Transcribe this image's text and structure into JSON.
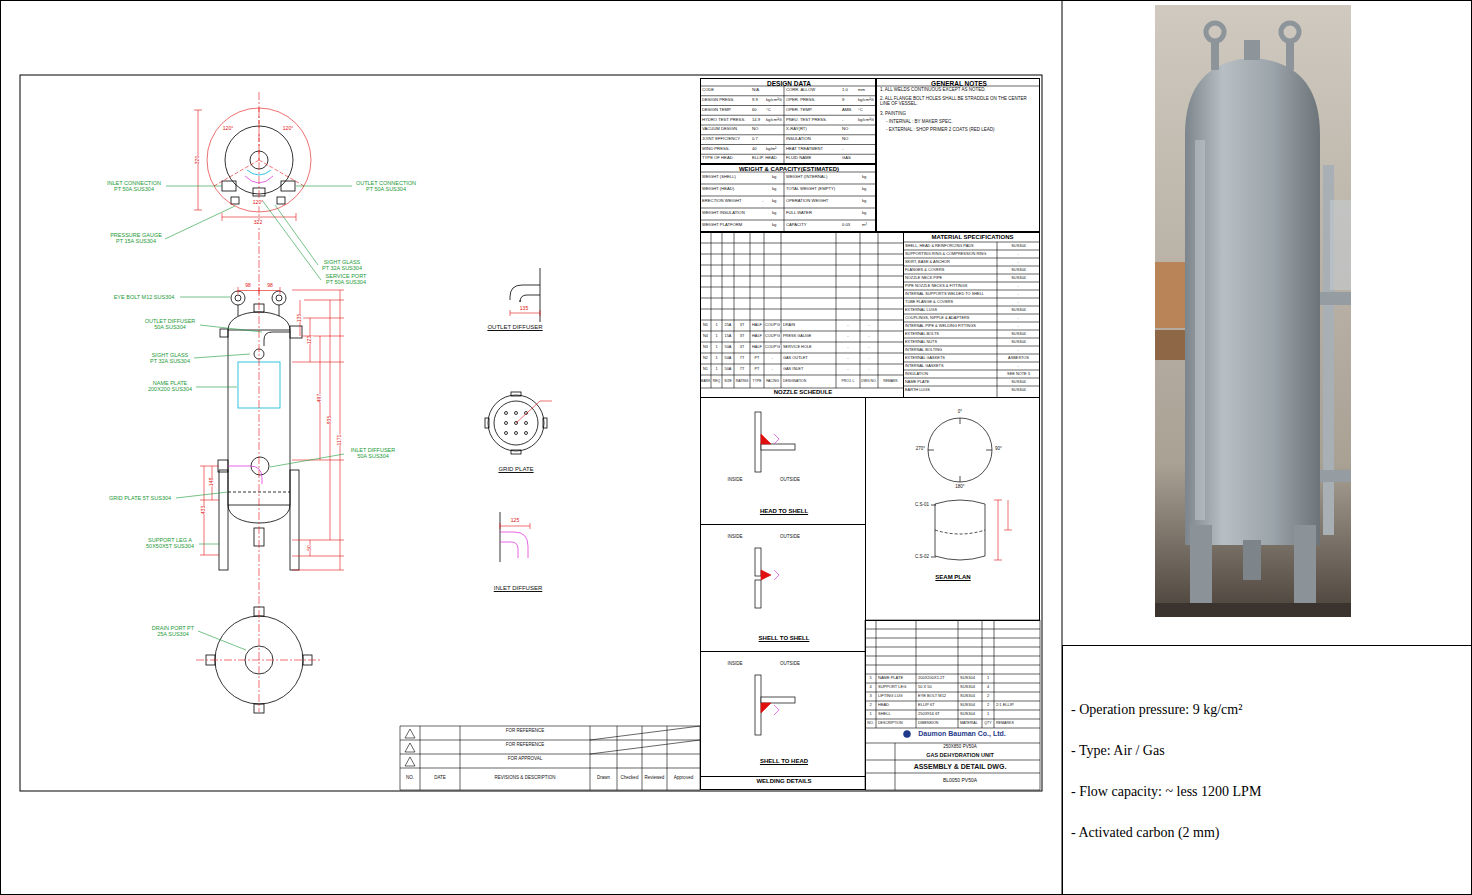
{
  "diagram": {
    "nodes": [
      {
        "text": [
          "- Operation pressure: 9 kg/cm²",
          "- Type: Air / Gas",
          "- Flow capacity: ~ less 1200 LPM",
          "- Activated carbon (2 mm)"
        ]
      },
      {
        "text": [
          "DESIGN DATA"
        ]
      },
      {
        "text": [
          "GENERAL NOTES"
        ]
      },
      {
        "text": [
          "WEIGHT & CAPACITY(ESTIMATED)"
        ]
      },
      {
        "text": [
          "MATERIAL SPECIFICATIONS"
        ]
      },
      {
        "text": [
          "NOZZLE SCHEDULE"
        ]
      },
      {
        "text": [
          "WELDING DETAILS"
        ]
      },
      {
        "text": [
          "HEAD TO SHELL"
        ],
        "in": 6
      },
      {
        "text": [
          "SHELL TO SHELL"
        ],
        "in": 6
      },
      {
        "text": [
          "SHELL TO HEAD"
        ],
        "in": 6
      },
      {
        "text": [
          "SEAM PLAN"
        ]
      }
    ],
    "labels": [
      "INLET CONNECTION PT 50A SUS304",
      "OUTLET CONNECTION PT 50A SUS304",
      "PRESSURE GAUGE PT 15A SUS304",
      "SIGHT GLASS PT 32A SUS304",
      "SERVICE PORT PT 50A SUS304",
      "EYE BOLT M12 SUS304",
      "OUTLET DIFFUSER 50A SUS304",
      "SIGHT GLASS PT 32A SUS304",
      "NAME PLATE 200X200 SUS304",
      "INLET DIFFUSER 50A SUS304",
      "GRID PLATE 5T SUS304",
      "SUPPORT LEG A 50X50X5T SUS304",
      "DRAIN PORT PT 25A SUS304",
      "320",
      "120°",
      "120°",
      "120°",
      "322",
      "98",
      "98",
      "135",
      "123",
      "497",
      "935",
      "1171",
      "148",
      "433",
      "50",
      "OUTLET DIFFUSER",
      "135",
      "GRID PLATE",
      "INLET DIFFUSER",
      "125",
      "CODE",
      "N/A",
      "CORR. ALLOW",
      "1.0",
      "mm",
      "DESIGN PRESS.",
      "9.9",
      "kg/cm²G",
      "OPER. PRESS.",
      "9",
      "kg/cm²G",
      "DESIGN TEMP.",
      "60",
      "°C",
      "OPER. TEMP.",
      "AMB.",
      "°C",
      "HYDRO TEST PRESS.",
      "14.9",
      "kg/cm²G",
      "PNEU. TEST PRESS.",
      "-",
      "kg/cm²G",
      "VACUUM DESIGN",
      "NO",
      "X-RAY(RT)",
      "NO",
      "JOINT EFFICIENCY",
      "0.7",
      "INSULATION",
      "NO",
      "WIND PRESS.",
      "40",
      "kg/m²",
      "HEAT TREATMENT",
      "-",
      "TYPE OF HEAD",
      "ELLIP. HEAD",
      "FLUID NAME",
      "GAS",
      "WEIGHT (SHELL)",
      "kg",
      "WEIGHT (INTERNAL)",
      "kg",
      "WEIGHT (HEAD)",
      "kg",
      "TOTAL WEIGHT (EMPTY)",
      "kg",
      "ERECTION WEIGHT",
      "-",
      "kg",
      "OPERATION WEIGHT",
      "kg",
      "WEIGHT INSULATION",
      "kg",
      "FULL WATER",
      "kg",
      "WEIGHT PLATFORM",
      "kg",
      "CAPACITY",
      "0.03",
      "m³",
      "1. ALL WELDS CONTINUOUS EXCEPT AS NOTED.",
      "2. ALL FLANGE BOLT HOLES SHALL BE STRADDLE ON THE CENTER LINE OF VESSEL.",
      "3. PAINTING",
      "- INTERNAL : BY MAKER SPEC.",
      "- EXTERNAL : SHOP PRIMER 2 COATS (RED LEAD)",
      "SHELL, HEAD & REINFORCING PADS",
      "SUS304",
      "SUPPORTING RING & COMPRESSION RING",
      "-",
      "SKIRT, BASE & ANCHOR",
      "-",
      "FLANGES & COVERS",
      "SUS304",
      "NOZZLE NECK PIPE",
      "SUS304",
      "PIPE NOZZLE NECKS & FITTINGS",
      "-",
      "INTERNAL SUPPORTS WELDED TO SHELL",
      "-",
      "TUBE FLANGE & COVERS",
      "-",
      "EXTERNAL LUGS",
      "SUS304",
      "COUPLINGS, NIPPLE & ADAPTERS",
      "-",
      "INTERNAL PIPE & WELDING FITTINGS",
      "-",
      "EXTERNAL BOLTS",
      "SUS304",
      "EXTERNAL NUTS",
      "SUS304",
      "INTERNAL BOLTING",
      "-",
      "EXTERNAL GASKETS",
      "ASBESTOS",
      "INTERNAL GASKETS",
      "-",
      "INSULATION",
      "SEE NOTE 3",
      "NAME PLATE",
      "SUS304",
      "EARTH LUGS",
      "SUS304",
      "N5",
      "1",
      "25A",
      "3T",
      "HALF",
      "COUP'G",
      "DRAIN",
      "-",
      "-",
      "N4",
      "1",
      "15A",
      "3T",
      "HALF",
      "COUP'G",
      "PRESS GAUGE",
      "-",
      "-",
      "N3",
      "1",
      "50A",
      "3T",
      "HALF",
      "COUP'G",
      "SERVICE HOLE",
      "-",
      "-",
      "N2",
      "1",
      "50A",
      "7T",
      "PT",
      "-",
      "GAS OUTLET",
      "-",
      "-",
      "N1",
      "1",
      "50A",
      "7T",
      "PT",
      "-",
      "GAS INLET",
      "-",
      "-",
      "MARK",
      "REQ",
      "SIZE",
      "RATING",
      "TYPE",
      "FACING",
      "DESIGNATION",
      "PROJ. L",
      "DWG NO.",
      "REMARK",
      "FOR REFERENCE",
      "FOR REFERENCE",
      "FOR APPROVAL",
      "NO.",
      "DATE",
      "REVISIONS & DESCRIPTION",
      "Drawn",
      "Checked",
      "Reviewed",
      "Approved",
      "INSIDE",
      "OUTSIDE",
      "INSIDE",
      "OUTSIDE",
      "INSIDE",
      "OUTSIDE",
      "0°",
      "270°",
      "90°",
      "180°",
      "C.S-01",
      "C.S-02",
      "5",
      "NAME PLATE",
      "200X200X1.2T",
      "SUS304",
      "1",
      "4",
      "SUPPORT LEG",
      "50 X 50",
      "SUS304",
      "4",
      "3",
      "LIFTING LUG",
      "EYE BOLT M12",
      "SUS304",
      "2",
      "2",
      "HEAD",
      "ELLIP 6T",
      "SUS304",
      "2",
      "2:1 ELLIP.",
      "1",
      "SHELL",
      "250X916 6T",
      "SUS304",
      "1",
      "NO.",
      "DESCRIPTION",
      "DIMENSION",
      "MATERIAL",
      "QTY",
      "REMARKS",
      "Daumon Bauman Co., Ltd.",
      "250X850 PV50A",
      "GAS DEHYDRATION UNIT",
      "ASSEMBLY & DETAIL DWG.",
      "BL0050 PV50A"
    ]
  }
}
